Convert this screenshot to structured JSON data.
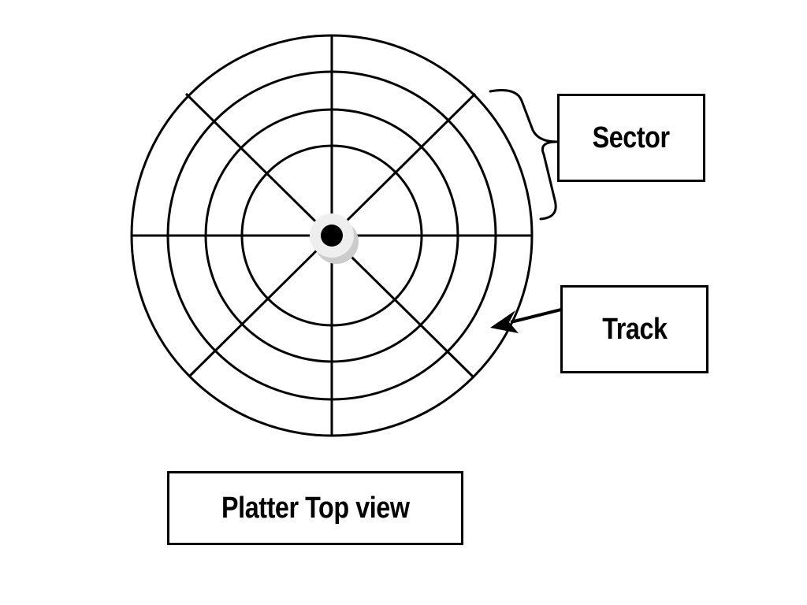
{
  "diagram": {
    "title_label": "Platter Top view",
    "sector_label": "Sector",
    "track_label": "Track",
    "track_count": 4,
    "sector_count": 8,
    "colors": {
      "stroke": "#000000",
      "background": "#ffffff",
      "spindle_shadow": "#cccccc",
      "spindle_ring": "#e6e6e6"
    },
    "icons": {
      "spindle": "spindle-dot-icon",
      "arrow": "arrow-icon",
      "brace": "curly-brace-icon"
    }
  }
}
